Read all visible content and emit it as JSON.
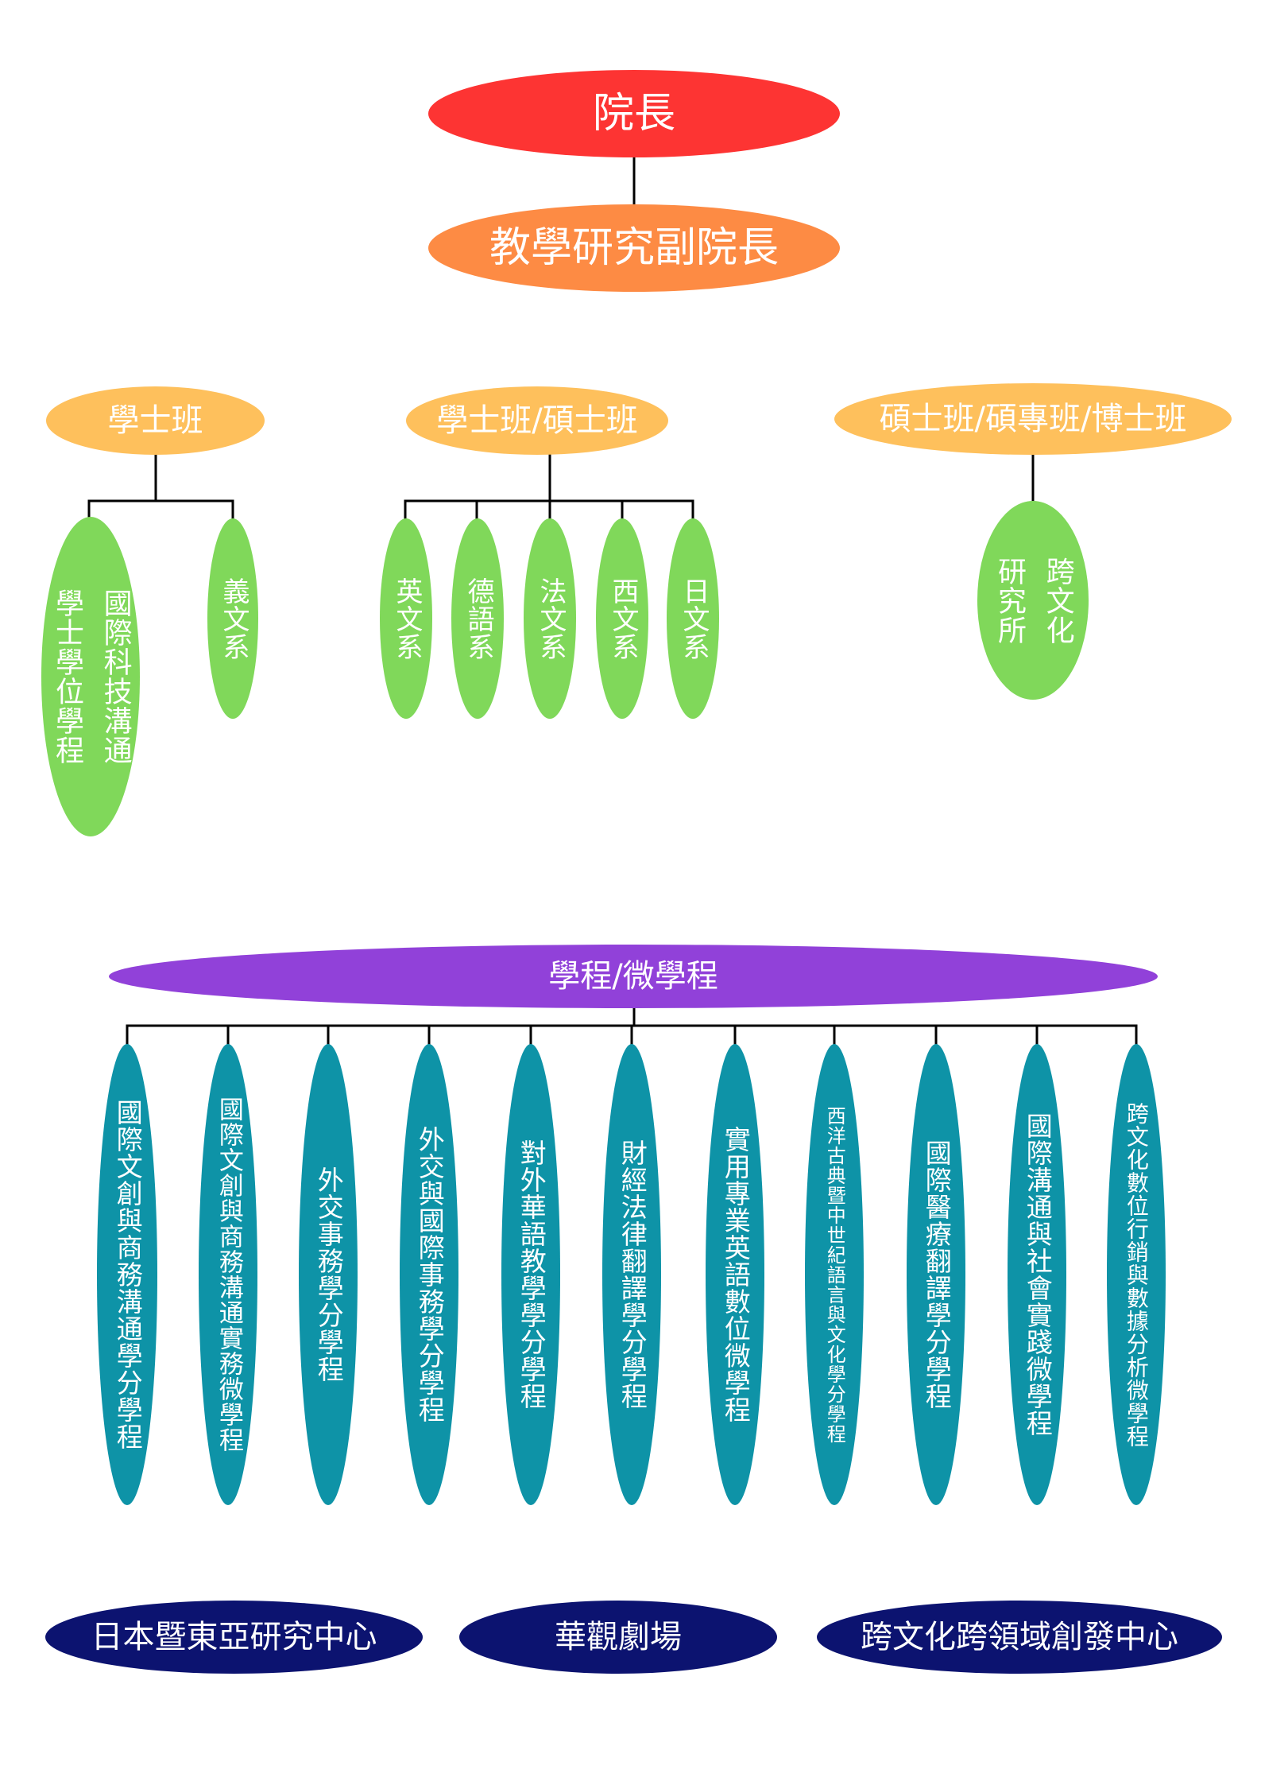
{
  "dean": "院長",
  "vice_dean": "教學研究副院長",
  "groups": {
    "bachelor": "學士班",
    "bachelor_master": "學士班/碩士班",
    "master_phd": "碩士班/碩專班/博士班"
  },
  "departments": {
    "intl_tech_comm": [
      "國際科技溝通",
      "學士學位學程"
    ],
    "italian": "義文系",
    "english": "英文系",
    "german": "德語系",
    "french": "法文系",
    "spanish": "西文系",
    "japanese": "日文系",
    "cross_cultural": [
      "跨文化",
      "研究所"
    ]
  },
  "programs_title": "學程/微學程",
  "programs": [
    "國際文創與商務溝通學分學程",
    "國際文創與商務溝通實務微學程",
    "外交事務學分學程",
    "外交與國際事務學分學程",
    "對外華語教學學分學程",
    "財經法律翻譯學分學程",
    "實用專業英語數位微學程",
    "西洋古典暨中世紀語言與文化學分學程",
    "國際醫療翻譯學分學程",
    "國際溝通與社會實踐微學程",
    "跨文化數位行銷與數據分析微學程"
  ],
  "centers": [
    "日本暨東亞研究中心",
    "華觀劇場",
    "跨文化跨領域創發中心"
  ],
  "colors": {
    "dean": "#fd3433",
    "vice_dean": "#fd8b44",
    "degree_groups": "#fec05c",
    "departments": "#80d85a",
    "programs_title": "#9141d9",
    "programs": "#0e93a7",
    "centers": "#0c1370",
    "lines": "#000000"
  }
}
